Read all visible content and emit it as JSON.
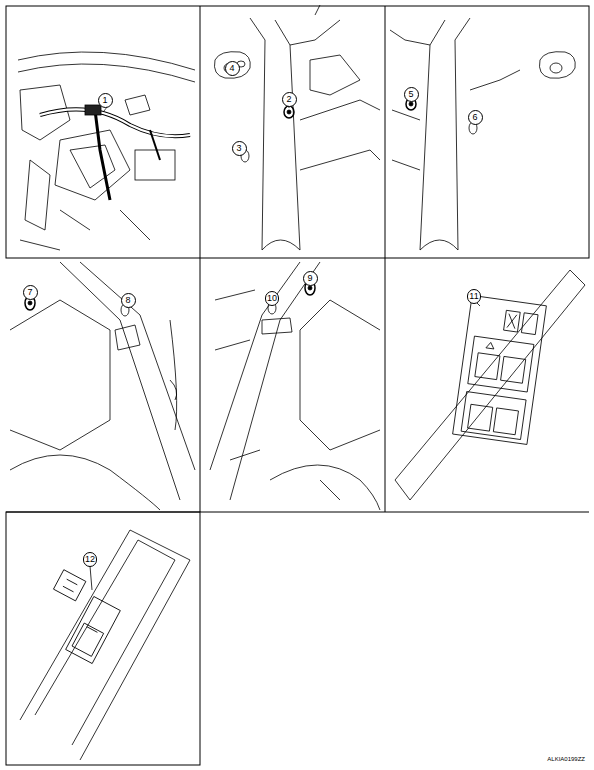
{
  "diagram": {
    "labels": [
      "1",
      "2",
      "3",
      "4",
      "5",
      "6",
      "7",
      "8",
      "9",
      "10",
      "11",
      "12",
      "ALKIA0199ZZ"
    ]
  }
}
